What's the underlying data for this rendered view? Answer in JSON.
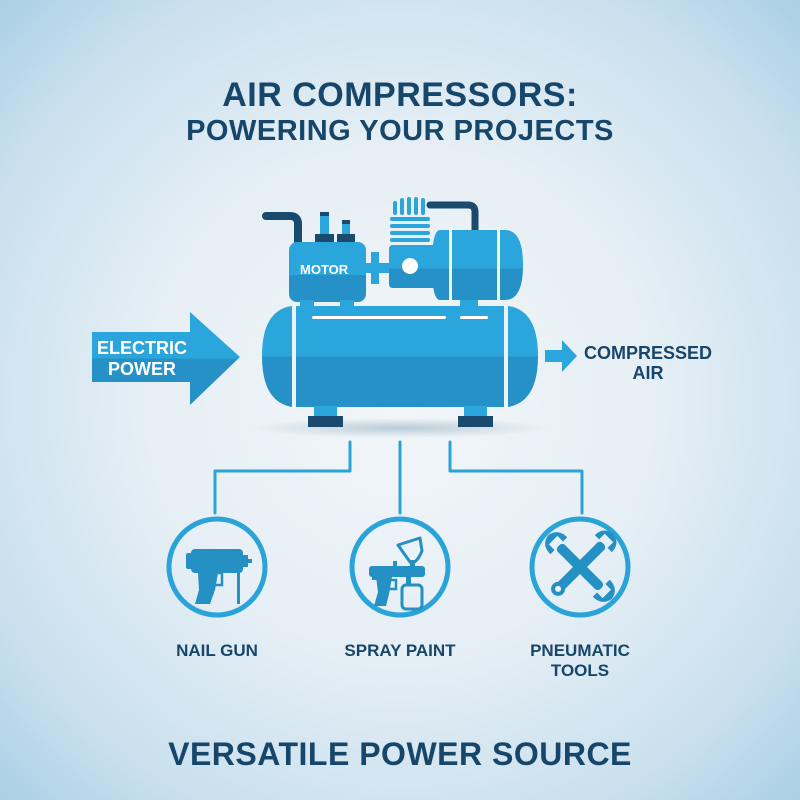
{
  "header": {
    "title_line1": "AIR COMPRESSORS:",
    "title_line2": "POWERING YOUR PROJECTS"
  },
  "compressor": {
    "motor_label": "MOTOR",
    "input": {
      "label_line1": "ELECTRIC",
      "label_line2": "POWER",
      "icon": "arrow-right-icon"
    },
    "output": {
      "label_line1": "COMPRESSED",
      "label_line2": "AIR",
      "icon": "arrow-right-icon"
    }
  },
  "applications": [
    {
      "label_line1": "NAIL GUN",
      "label_line2": "",
      "icon": "nail-gun-icon"
    },
    {
      "label_line1": "SPRAY PAINT",
      "label_line2": "",
      "icon": "spray-gun-icon"
    },
    {
      "label_line1": "PNEUMATIC",
      "label_line2": "TOOLS",
      "icon": "wrenches-icon"
    }
  ],
  "footer": {
    "tagline": "VERSATILE POWER SOURCE"
  },
  "colors": {
    "primary_blue": "#29a3d8",
    "primary_blue_dark": "#2190c4",
    "navy": "#17466b",
    "dark_navy": "#1a4a6e"
  }
}
